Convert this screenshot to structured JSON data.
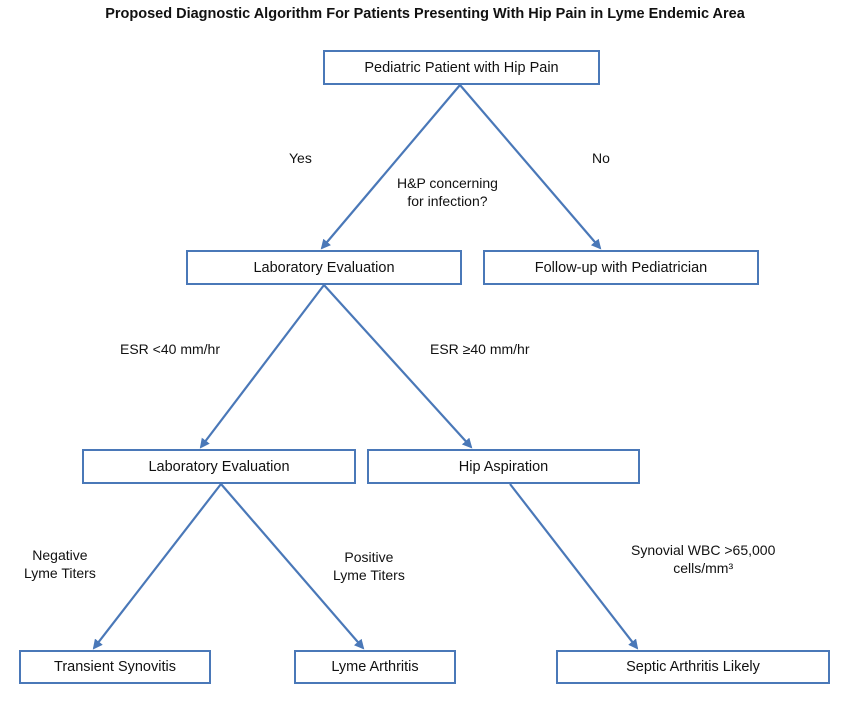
{
  "title": "Proposed Diagnostic Algorithm For Patients Presenting With Hip Pain in Lyme Endemic Area",
  "nodes": {
    "start": "Pediatric Patient with Hip Pain",
    "lab1": "Laboratory Evaluation",
    "followup": "Follow-up with Pediatrician",
    "lab2": "Laboratory Evaluation",
    "aspiration": "Hip Aspiration",
    "transient": "Transient Synovitis",
    "lyme": "Lyme Arthritis",
    "septic": "Septic Arthritis Likely"
  },
  "edges": {
    "yes": "Yes",
    "no": "No",
    "question_line1": "H&P concerning",
    "question_line2": "for infection?",
    "esr_low": "ESR <40 mm/hr",
    "esr_high": "ESR ≥40 mm/hr",
    "neg_line1": "Negative",
    "neg_line2": "Lyme Titers",
    "pos_line1": "Positive",
    "pos_line2": "Lyme Titers",
    "wbc_line1": "Synovial WBC >65,000",
    "wbc_line2": "cells/mm³"
  },
  "colors": {
    "box_border": "#4a78b8",
    "arrow": "#4a78b8"
  }
}
